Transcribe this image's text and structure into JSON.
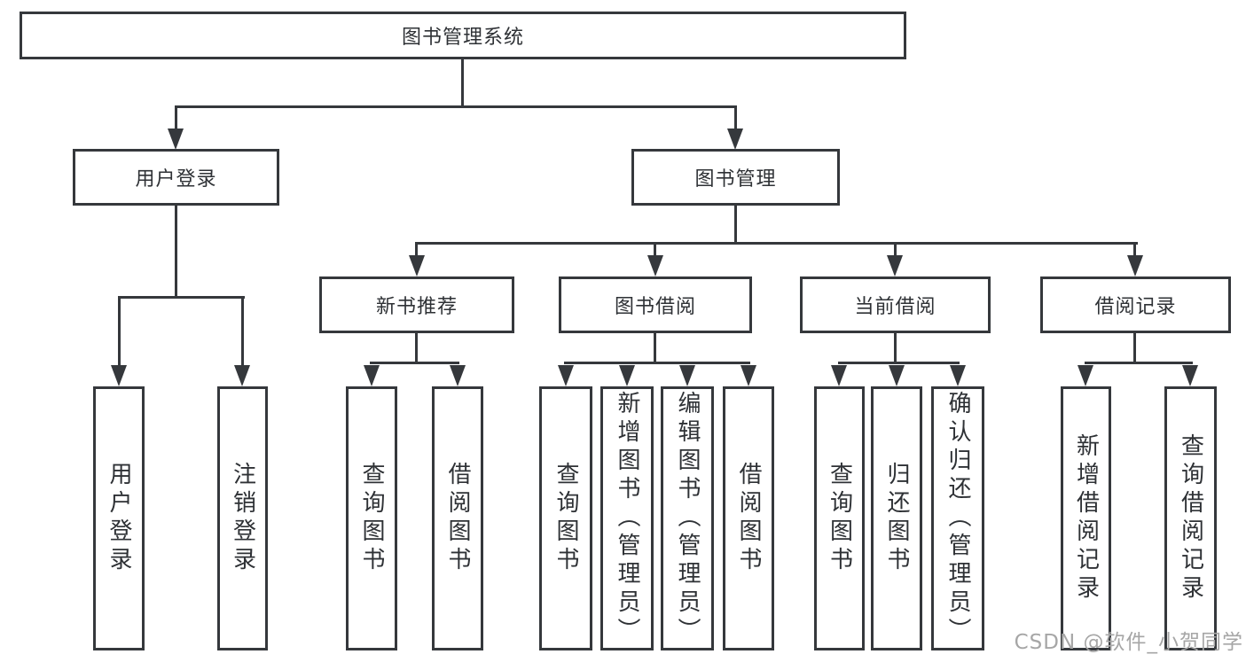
{
  "title": {
    "label": "图书管理系统"
  },
  "tree": {
    "branches": [
      {
        "label": "用户登录",
        "children": [
          {
            "label": "用户登录"
          },
          {
            "label": "注销登录"
          }
        ]
      },
      {
        "label": "图书管理",
        "groups": [
          {
            "label": "新书推荐",
            "children": [
              {
                "label": "查询图书"
              },
              {
                "label": "借阅图书"
              }
            ]
          },
          {
            "label": "图书借阅",
            "children": [
              {
                "label": "查询图书"
              },
              {
                "label": "新增图书（管理员）"
              },
              {
                "label": "编辑图书（管理员）"
              },
              {
                "label": "借阅图书"
              }
            ]
          },
          {
            "label": "当前借阅",
            "children": [
              {
                "label": "查询图书"
              },
              {
                "label": "归还图书"
              },
              {
                "label": "确认归还（管理员）"
              }
            ]
          },
          {
            "label": "借阅记录",
            "children": [
              {
                "label": "新增借阅记录"
              },
              {
                "label": "查询借阅记录"
              }
            ]
          }
        ]
      }
    ]
  },
  "watermark": {
    "text": "CSDN @软件_小贺同学"
  },
  "colors": {
    "line": "#35383c",
    "text": "#2e3135",
    "watermark": "#a6a6a6",
    "background": "#ffffff"
  }
}
